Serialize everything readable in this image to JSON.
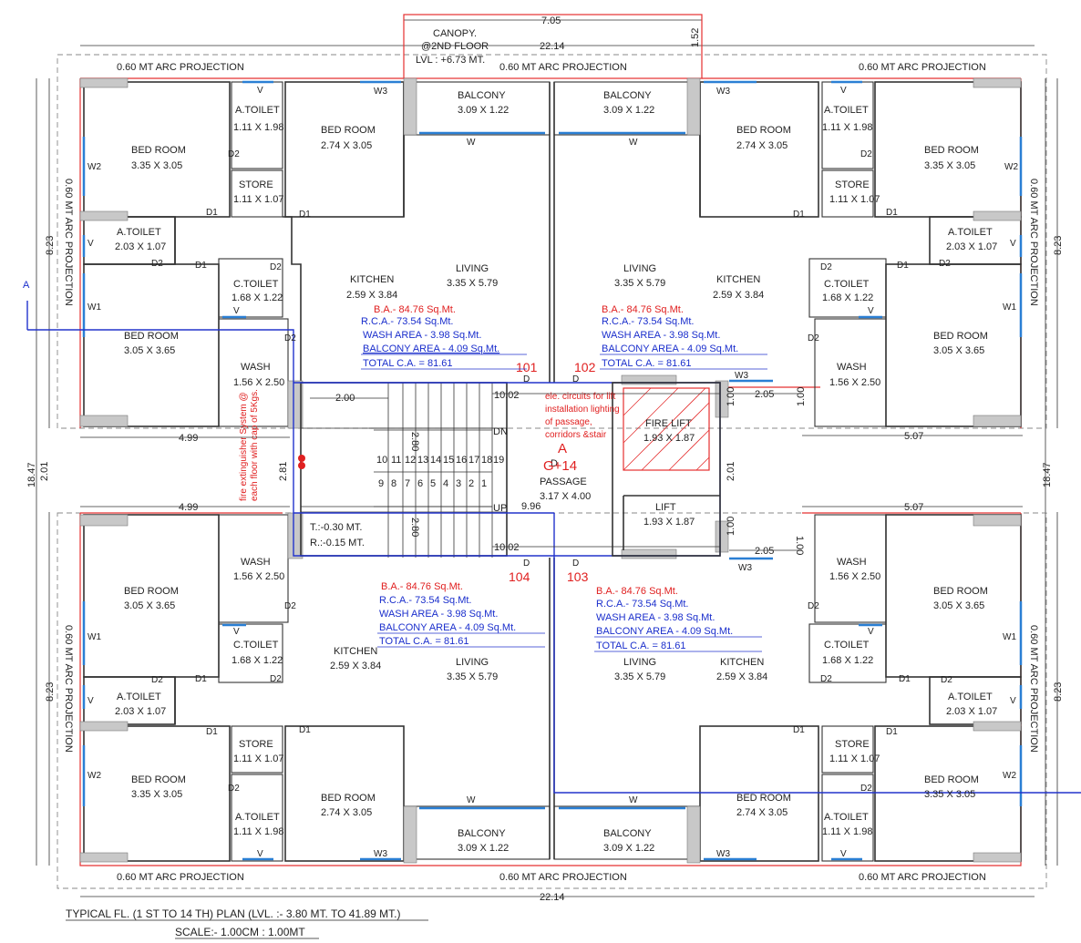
{
  "canopy": {
    "line1": "CANOPY.",
    "line2": "@2ND FLOOR",
    "line3": "LVL : +6.73 MT."
  },
  "dims": {
    "top_canopy": "7.05",
    "top_overall": "22.14",
    "bottom_overall": "22.14",
    "canopy_depth": "1.52",
    "left_upper": "8.23",
    "left_lower": "8.23",
    "right_upper": "8.23",
    "right_lower": "8.23",
    "left_total": "18.47",
    "right_total": "18.47",
    "left_mid": "2.01",
    "left_stair": "2.81",
    "mid_2_01": "2.01",
    "left_499_top": "4.99",
    "left_499_bot": "4.99",
    "right_507_top": "5.07",
    "right_507_bot": "5.07",
    "stair_200": "2.00",
    "stair_280_top": "2.80",
    "stair_280_bot": "2.80",
    "passage_1002_top": "10.02",
    "passage_1002_bot": "10.02",
    "passage_996": "9.96",
    "r_100_a": "1.00",
    "r_100_b": "1.00",
    "r_100_c": "1.00",
    "r_100_d": "1.00",
    "r_205_top": "2.05",
    "r_205_bot": "2.05"
  },
  "arc_projection": "0.60 MT ARC PROJECTION",
  "rooms": {
    "bed_room": "BED ROOM",
    "a_toilet": "A.TOILET",
    "c_toilet": "C.TOILET",
    "store": "STORE",
    "balcony": "BALCONY",
    "kitchen": "KITCHEN",
    "living": "LIVING",
    "wash": "WASH",
    "sz_bed_335": "3.35 X 3.05",
    "sz_bed_274": "2.74 X 3.05",
    "sz_bed_305": "3.05 X 3.65",
    "sz_atoilet_small": "1.11 X 1.98",
    "sz_atoilet_large": "2.03 X 1.07",
    "sz_store": "1.11 X 1.07",
    "sz_ctoilet": "1.68 X 1.22",
    "sz_wash": "1.56 X 2.50",
    "sz_balcony": "3.09 X 1.22",
    "sz_kitchen": "2.59 X 3.84",
    "sz_living": "3.35 X 5.79"
  },
  "tags": {
    "v": "V",
    "w": "W",
    "w1": "W1",
    "w2": "W2",
    "w3": "W3",
    "d": "D",
    "d1": "D1",
    "d2": "D2"
  },
  "flat_areas": {
    "ba": "B.A.- 84.76 Sq.Mt.",
    "rca": "R.C.A.- 73.54 Sq.Mt.",
    "wash_area": "WASH AREA - 3.98 Sq.Mt.",
    "balcony_area": "BALCONY AREA  - 4.09 Sq.Mt.",
    "total_ca": "TOTAL C.A. = 81.61"
  },
  "flats": {
    "f101": "101",
    "f102": "102",
    "f103": "103",
    "f104": "104"
  },
  "core": {
    "fire_lift": "FIRE LIFT",
    "fire_lift_size": "1.93 X 1.87",
    "lift": "LIFT",
    "lift_size": "1.93 X 1.87",
    "passage": "PASSAGE",
    "passage_size": "3.17 X 4.00",
    "dn": "DN",
    "up": "UP",
    "tread": "T.:-0.30 MT.",
    "riser": "R.:-0.15 MT.",
    "wing": "A",
    "floors": "G+14",
    "steps_upper": [
      "10",
      "11",
      "12",
      "13",
      "14",
      "15",
      "16",
      "17",
      "18",
      "19"
    ],
    "steps_lower": [
      "9",
      "8",
      "7",
      "6",
      "5",
      "4",
      "3",
      "2",
      "1"
    ],
    "ele_note": [
      "ele. circuits for lift",
      "installation lighting",
      "of passage,",
      "corridors &stair"
    ],
    "fire_note": [
      "fire extinguisher System @",
      "each floor with cap of 5Kgs."
    ]
  },
  "section_mark": "A",
  "footer": {
    "title": "TYPICAL FL. (1 ST TO 14 TH) PLAN (LVL. :- 3.80 MT. TO 41.89 MT.)",
    "scale": "SCALE:- 1.00CM : 1.00MT"
  },
  "colors": {
    "wall": "#333333",
    "red_line": "#e53030",
    "blue_line": "#2233cc",
    "window": "#2a7fd4",
    "column": "#c8c8c8"
  }
}
